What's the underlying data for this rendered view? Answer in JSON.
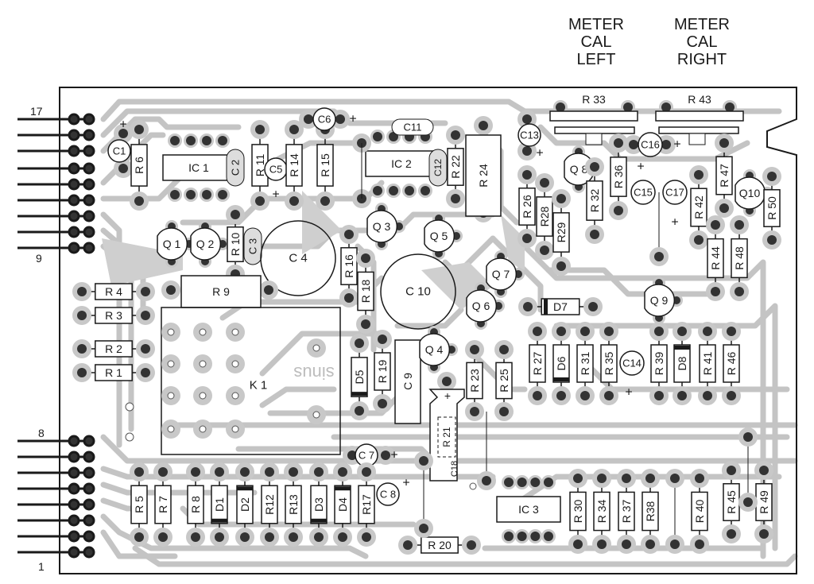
{
  "header_labels": {
    "meter_cal_left": [
      "METER",
      "CAL",
      "LEFT"
    ],
    "meter_cal_right": [
      "METER",
      "CAL",
      "RIGHT"
    ]
  },
  "connector": {
    "pin_labels": {
      "top_upper": "17",
      "top_lower": "9",
      "bottom_upper": "8",
      "bottom_lower": "1"
    }
  },
  "colors": {
    "trace": "#c4c4c4",
    "ink": "#1a1a1a",
    "pad": "#3a3a3a",
    "board": "#ffffff"
  },
  "components": {
    "ics": [
      "IC 1",
      "IC 2",
      "IC 3"
    ],
    "relay": "K 1",
    "trimmers": [
      "R 33",
      "R 43"
    ],
    "transistors": [
      "Q 1",
      "Q 2",
      "Q 3",
      "Q 4",
      "Q 5",
      "Q 6",
      "Q 7",
      "Q 8",
      "Q 9",
      "Q10"
    ],
    "capacitors": [
      "C1",
      "C 2",
      "C 3",
      "C 4",
      "C5",
      "C6",
      "C 7",
      "C 8",
      "C 9",
      "C 10",
      "C11",
      "C12",
      "C13",
      "C14",
      "C15",
      "C16",
      "C17",
      "C18"
    ],
    "diodes": [
      "D1",
      "D2",
      "D3",
      "D4",
      "D5",
      "D6",
      "D7",
      "D8"
    ],
    "resistors": [
      "R 1",
      "R 2",
      "R 3",
      "R 4",
      "R 5",
      "R 6",
      "R 7",
      "R 8",
      "R 9",
      "R 10",
      "R 11",
      "R12",
      "R13",
      "R 14",
      "R 15",
      "R 16",
      "R17",
      "R 18",
      "R 19",
      "R 20",
      "R 21",
      "R 22",
      "R 23",
      "R 24",
      "R 25",
      "R 26",
      "R28",
      "R29",
      "R 27",
      "R 30",
      "R 31",
      "R 32",
      "R 34",
      "R 35",
      "R 36",
      "R 37",
      "R38",
      "R 39",
      "R 40",
      "R 41",
      "R 42",
      "R 44",
      "R 45",
      "R 46",
      "R 47",
      "R 48",
      "R 49",
      "R 50"
    ]
  }
}
